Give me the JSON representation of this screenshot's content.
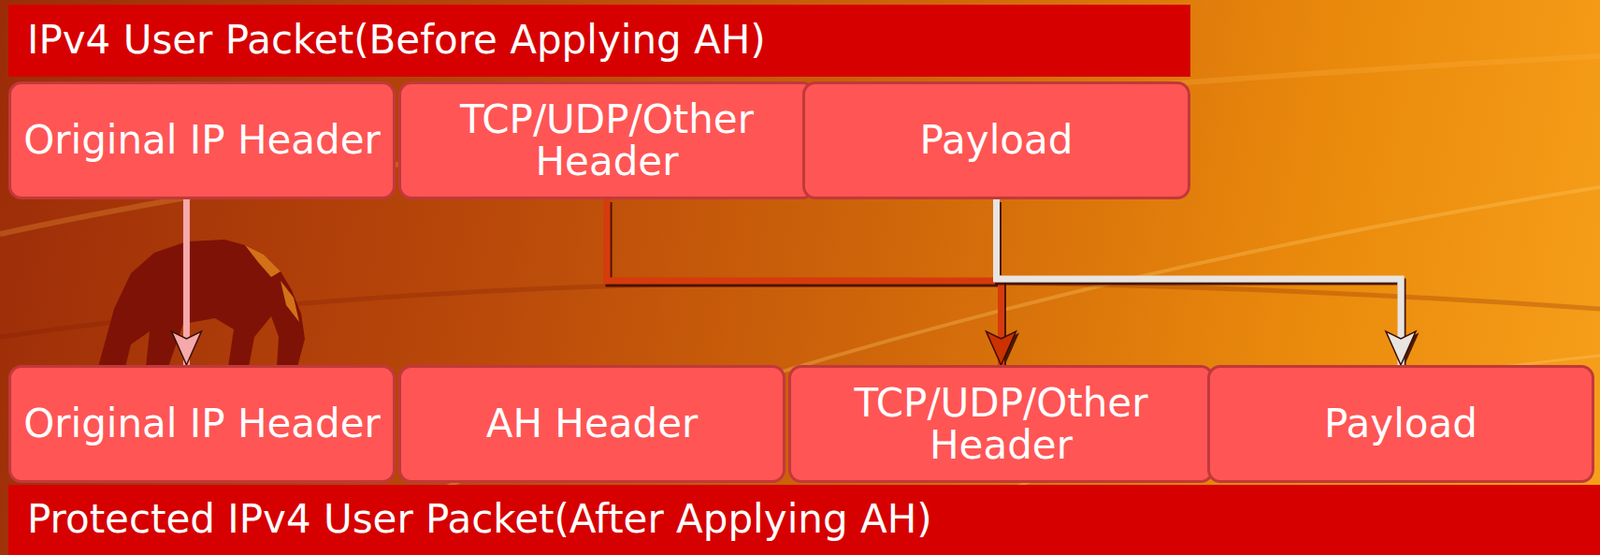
{
  "diagram": {
    "title": "IPv4 User Packet(Before Applying AH)",
    "caption": "Protected IPv4 User Packet(After Applying AH)",
    "nodes": [
      {
        "text": [
          "Original IP Header"
        ]
      },
      {
        "text": [
          "TCP/UDP/Other Header"
        ]
      },
      {
        "text": [
          "Payload"
        ]
      },
      {
        "text": [
          "Original IP Header"
        ]
      },
      {
        "text": [
          "AH Header"
        ]
      },
      {
        "text": [
          "TCP/UDP/Other Header"
        ]
      },
      {
        "text": [
          "Payload"
        ]
      }
    ],
    "edges": [
      {
        "from": 0,
        "to": 3,
        "arrow": "to"
      },
      {
        "from": 1,
        "to": 5,
        "arrow": "to"
      },
      {
        "from": 2,
        "to": 6,
        "arrow": "to"
      }
    ]
  }
}
